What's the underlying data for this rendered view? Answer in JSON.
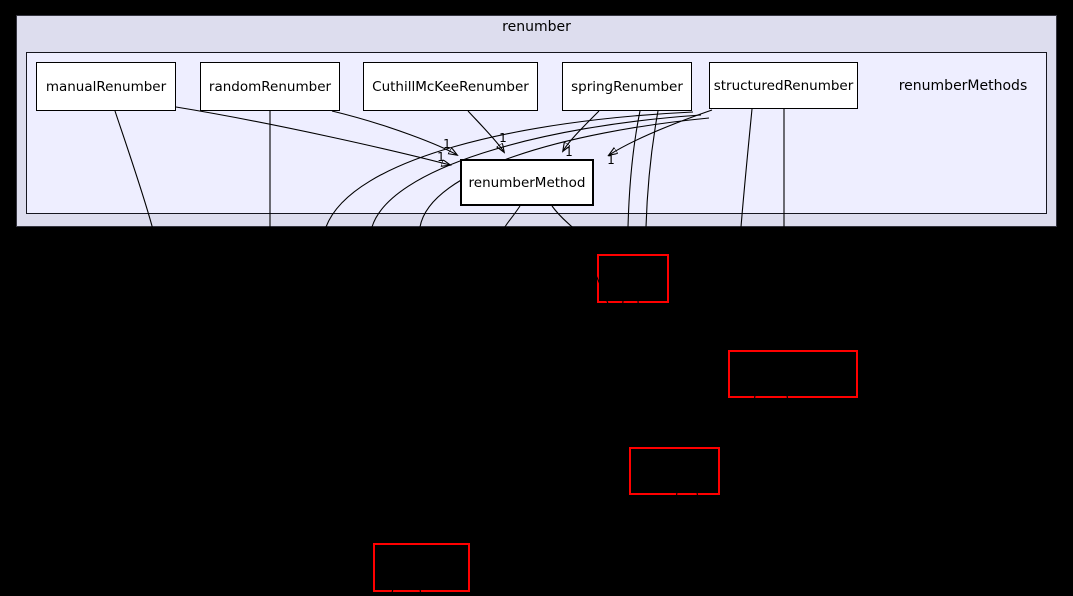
{
  "graph": {
    "outer_cluster": {
      "label": "renumber"
    },
    "inner_cluster": {
      "label": "renumberMethods"
    },
    "nodes": [
      {
        "label": "manualRenumber"
      },
      {
        "label": "randomRenumber"
      },
      {
        "label": "CuthillMcKeeRenumber"
      },
      {
        "label": "springRenumber"
      },
      {
        "label": "structuredRenumber"
      },
      {
        "label": "renumberMethod"
      }
    ],
    "external_nodes": [
      {
        "label": ""
      },
      {
        "label": ""
      },
      {
        "label": ""
      },
      {
        "label": ""
      }
    ],
    "edge_labels": [
      "1",
      "1",
      "1",
      "1",
      "1"
    ]
  },
  "colors": {
    "background": "#000000",
    "outer_cluster_fill": "#ddddee",
    "inner_cluster_fill": "#eeeeff",
    "node_fill": "#ffffff",
    "node_border": "#000000",
    "external_node_border": "#ff0000",
    "edge": "#000000"
  }
}
